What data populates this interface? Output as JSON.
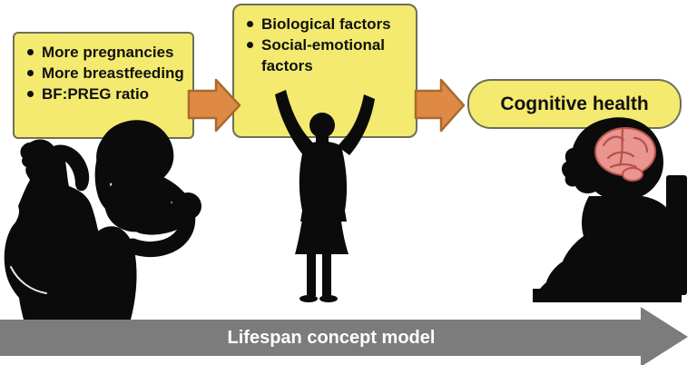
{
  "colors": {
    "background": "#FFFFFF",
    "box_fill": "#F3EA6F",
    "box_border": "#6F6F58",
    "arrow_fill": "#DE8A44",
    "arrow_border": "#A96A2E",
    "timeline_fill": "#7C7C7C",
    "timeline_text": "#FFFFFF",
    "silhouette": "#0B0B0B",
    "brain_fill": "#EA958F",
    "brain_line": "#B5524C",
    "text": "#111111"
  },
  "boxes": {
    "inputs": {
      "bullets": [
        "More pregnancies",
        "More breastfeeding",
        "BF:PREG ratio"
      ]
    },
    "factors": {
      "bullets": [
        "Biological factors",
        "Social-emotional factors"
      ]
    },
    "outcome": {
      "label": "Cognitive health"
    }
  },
  "timeline": {
    "label": "Lifespan concept model"
  },
  "figures": {
    "left": "pregnant-woman-and-breastfeeding-mother-silhouette",
    "middle": "woman-arms-raised-silhouette",
    "right": "seated-older-adult-brain-silhouette",
    "connector": "orange-right-arrow",
    "timeline": "gray-right-arrow"
  }
}
